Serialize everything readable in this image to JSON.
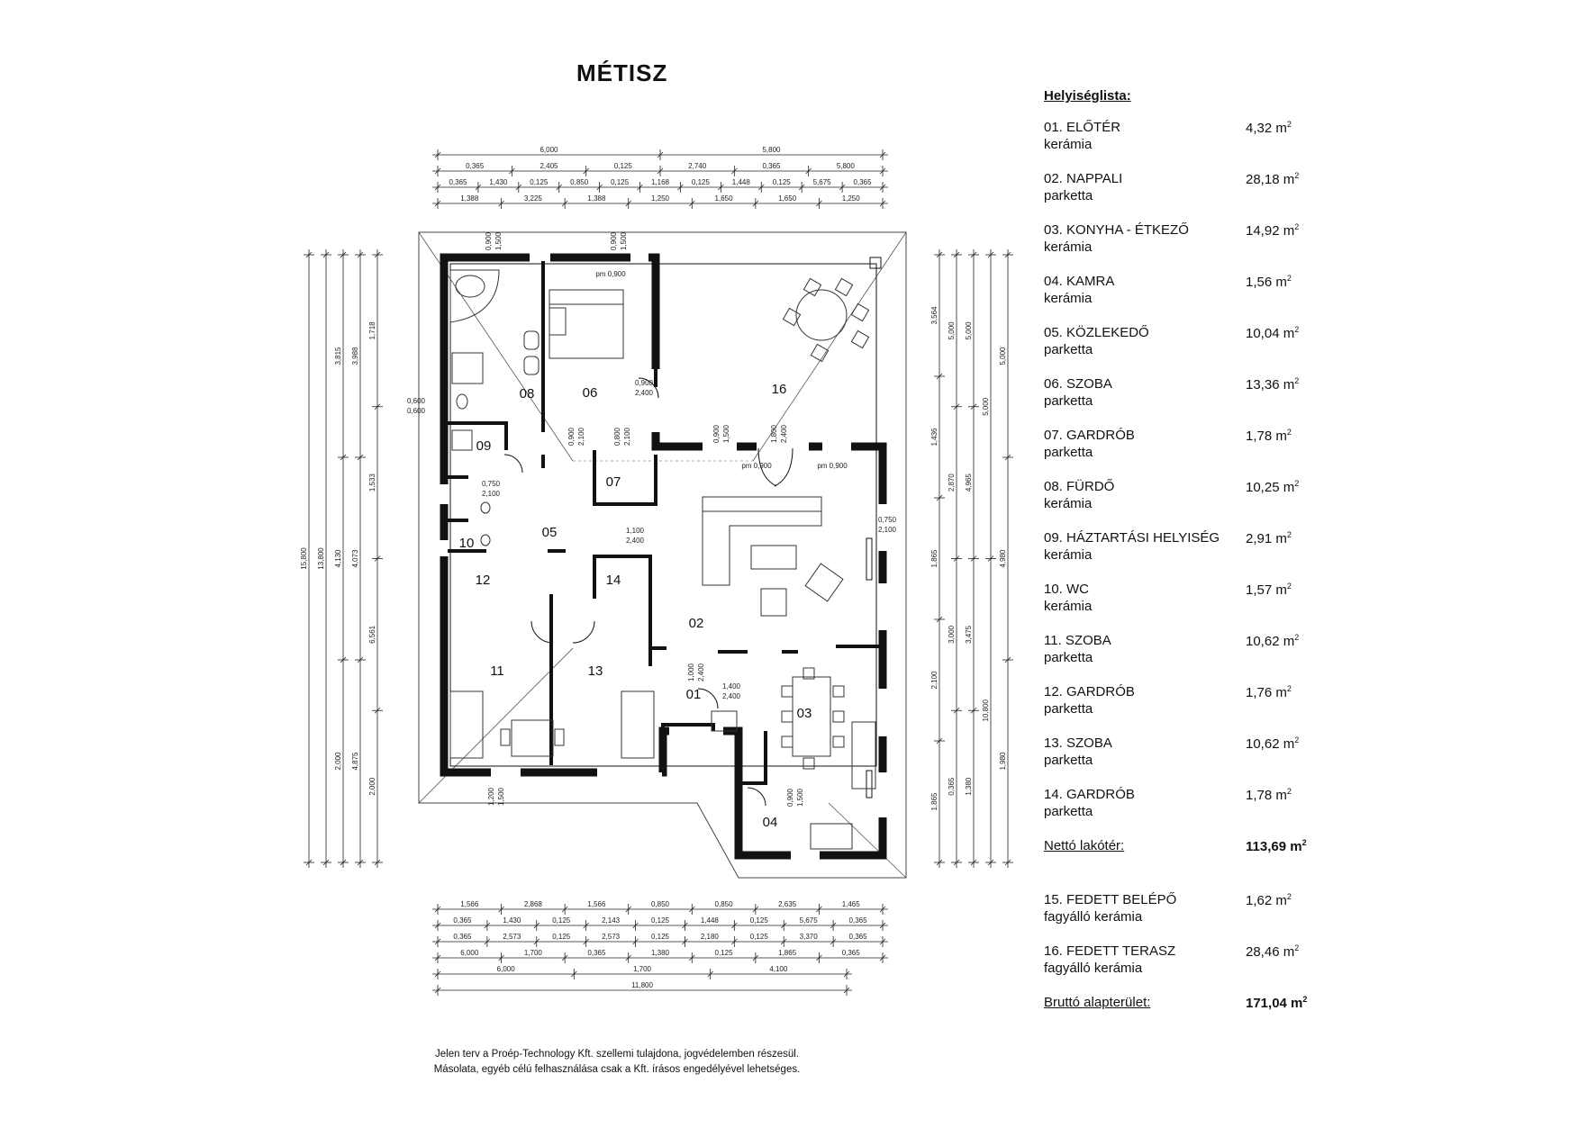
{
  "title": "MÉTISZ",
  "room_list": {
    "heading": "Helyiséglista:",
    "rooms": [
      {
        "name": "01. ELŐTÉR",
        "floor": "kerámia",
        "area": "4,32 m",
        "unit_sup": "2"
      },
      {
        "name": "02. NAPPALI",
        "floor": "parketta",
        "area": "28,18 m",
        "unit_sup": "2"
      },
      {
        "name": "03. KONYHA - ÉTKEZŐ",
        "floor": "kerámia",
        "area": "14,92 m",
        "unit_sup": "2"
      },
      {
        "name": "04. KAMRA",
        "floor": "kerámia",
        "area": "1,56 m",
        "unit_sup": "2"
      },
      {
        "name": "05. KÖZLEKEDŐ",
        "floor": "parketta",
        "area": "10,04 m",
        "unit_sup": "2"
      },
      {
        "name": "06. SZOBA",
        "floor": "parketta",
        "area": "13,36 m",
        "unit_sup": "2"
      },
      {
        "name": "07. GARDRÓB",
        "floor": "parketta",
        "area": "1,78 m",
        "unit_sup": "2"
      },
      {
        "name": "08. FÜRDŐ",
        "floor": "kerámia",
        "area": "10,25 m",
        "unit_sup": "2"
      },
      {
        "name": "09. HÁZTARTÁSI HELYISÉG",
        "floor": "kerámia",
        "area": "2,91 m",
        "unit_sup": "2"
      },
      {
        "name": "10. WC",
        "floor": "kerámia",
        "area": "1,57 m",
        "unit_sup": "2"
      },
      {
        "name": "11. SZOBA",
        "floor": "parketta",
        "area": "10,62 m",
        "unit_sup": "2"
      },
      {
        "name": "12. GARDRÓB",
        "floor": "parketta",
        "area": "1,76 m",
        "unit_sup": "2"
      },
      {
        "name": "13. SZOBA",
        "floor": "parketta",
        "area": "10,62 m",
        "unit_sup": "2"
      },
      {
        "name": "14. GARDRÓB",
        "floor": "parketta",
        "area": "1,78 m",
        "unit_sup": "2"
      }
    ],
    "net_label": "Nettó lakótér:",
    "net_value": "113,69 m",
    "extra_rooms": [
      {
        "name": "15. FEDETT BELÉPŐ",
        "floor": "fagyálló kerámia",
        "area": "1,62 m",
        "unit_sup": "2"
      },
      {
        "name": "16. FEDETT TERASZ",
        "floor": "fagyálló kerámia",
        "area": "28,46 m",
        "unit_sup": "2"
      }
    ],
    "gross_label": "Bruttó alapterület:",
    "gross_value": "171,04 m",
    "sup": "2"
  },
  "plan": {
    "room_numbers": [
      "01",
      "02",
      "03",
      "04",
      "05",
      "06",
      "07",
      "08",
      "09",
      "10",
      "11",
      "12",
      "13",
      "14",
      "16"
    ],
    "dims_top": {
      "row1": [
        "6,000",
        "5,800"
      ],
      "row2": [
        "0,365",
        "2,405",
        "0,125",
        "2,740",
        "0,365",
        "5,800"
      ],
      "row3": [
        "0,365",
        "1,430",
        "0,125",
        "0,850",
        "0,125",
        "1,168",
        "0,125",
        "1,448",
        "0,125",
        "5,675",
        "0,365"
      ],
      "row4": [
        "1,388",
        "3,225",
        "1,388",
        "1,250",
        "1,650",
        "1,650",
        "1,250"
      ]
    },
    "dims_bottom": {
      "row1": [
        "1,566",
        "2,868",
        "1,566",
        "0,850",
        "0,850",
        "2,635",
        "1,465"
      ],
      "row2": [
        "0,365",
        "1,430",
        "0,125",
        "2,143",
        "0,125",
        "1,448",
        "0,125",
        "5,675",
        "0,365"
      ],
      "row3": [
        "0,365",
        "2,573",
        "0,125",
        "2,573",
        "0,125",
        "2,180",
        "0,125",
        "3,370",
        "0,365"
      ],
      "row4": [
        "6,000",
        "1,700",
        "0,365",
        "1,380",
        "0,125",
        "1,865",
        "0,365"
      ],
      "row5": [
        "6,000",
        "1,700",
        "4,100"
      ],
      "row6": [
        "11,800"
      ]
    },
    "dims_left": [
      "15,800",
      "13,800",
      "3,815",
      "4,130",
      "6,561",
      "1,718",
      "1,533",
      "3,988",
      "4,073",
      "4,875",
      "2,000"
    ],
    "dims_right": [
      "3,564",
      "5,000",
      "1,436",
      "1,865",
      "2,100",
      "4,965",
      "10,800",
      "2,870",
      "3,475",
      "4,980",
      "1,980",
      "3,000",
      "1,380",
      "1,865",
      "0,365"
    ],
    "openings": [
      "0,900 / 1,500",
      "0,900 / 1,500",
      "pm 0,900",
      "pm 0,900",
      "0,900 / 2,400",
      "0,600 / 0,600",
      "0,900 / 2,100",
      "0,800 / 2,100",
      "0,750 / 2,100",
      "1,100 / 2,400",
      "0,900 / 1,500",
      "1,800 / 2,400",
      "pm 0,900",
      "1,400 / 2,400",
      "1,000 / 2,400",
      "1,200 / 1,500",
      "0,750 / 2,100",
      "0,900 / 1,500"
    ]
  },
  "copyright": [
    "Jelen terv a Proép-Technology Kft. szellemi tulajdona, jogvédelemben részesül.",
    "Másolata, egyéb célú felhasználása csak a Kft. írásos engedélyével lehetséges."
  ]
}
